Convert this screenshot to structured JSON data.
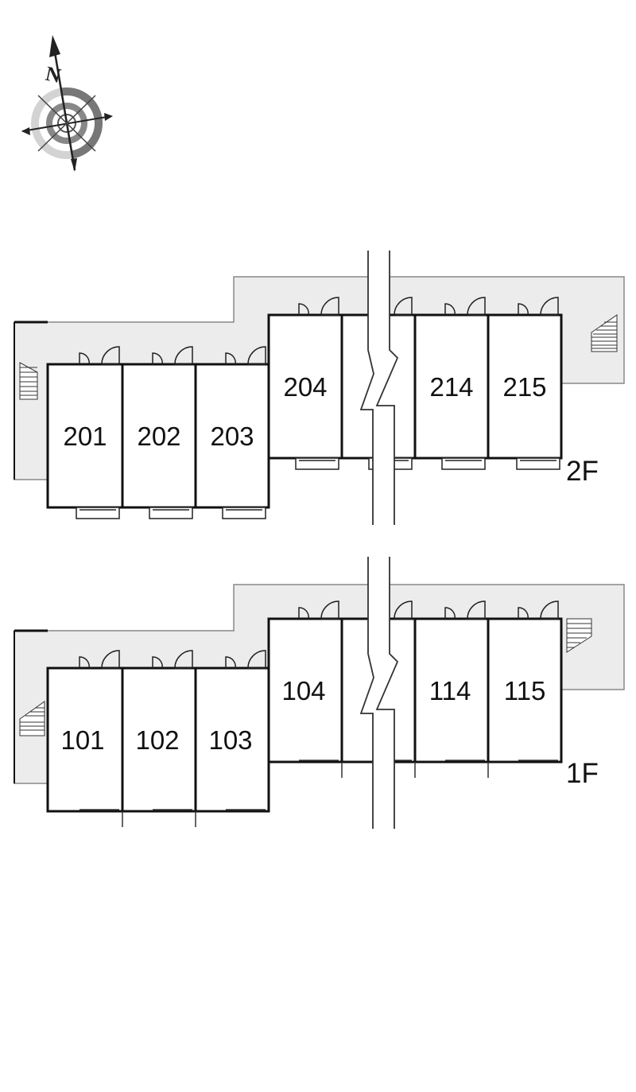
{
  "compass": {
    "north_label": "N",
    "icon": "compass-icon"
  },
  "colors": {
    "corridor": "#ececec",
    "wall": "#111111",
    "background": "#ffffff"
  },
  "floors": [
    {
      "id": "2f",
      "label": "2F",
      "units_left": [
        "201",
        "202",
        "203"
      ],
      "units_right": [
        "204",
        "214",
        "215"
      ]
    },
    {
      "id": "1f",
      "label": "1F",
      "units_left": [
        "101",
        "102",
        "103"
      ],
      "units_right": [
        "104",
        "114",
        "115"
      ]
    }
  ]
}
